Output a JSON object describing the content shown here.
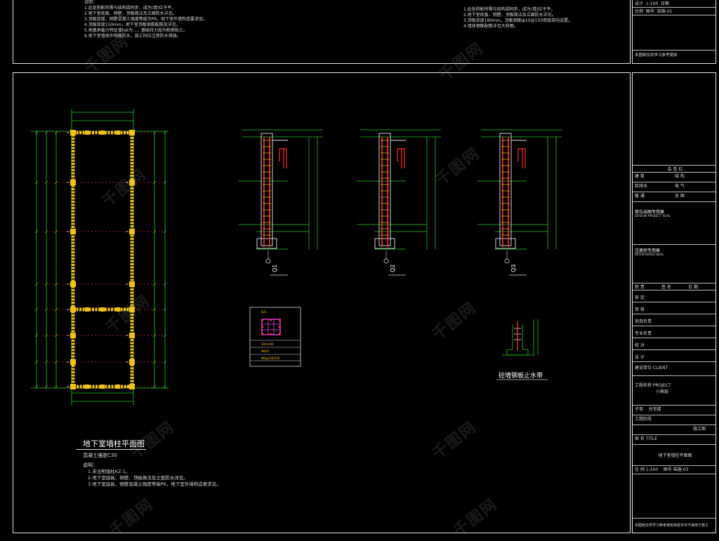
{
  "top_notes_left": [
    "说明：",
    "1.此处阴影所需与结构梁同步，成为(墙)位于平。",
    "2.地下室底板、侧壁、顶板做法及立面防水详见。",
    "3.顶板厚度、侧壁混凝土强度等级为P6，地下室外墙构造要求见。",
    "4.顶板厚度150mm，地下室顶板钢筋配筋及详见。",
    "5.地基承载力特征值fak为…，基础持力层为粉质粘土。",
    "6.地下室墙体外侧做防水，施工时应注意防水措施。"
  ],
  "top_notes_right": [
    "1.此处阴影所需与结构梁同步，成为(墙)位于平。",
    "2.地下室底板、侧壁、顶板做法及立面防水详见。",
    "3.顶板厚度180mm，顶板钢筋ф10@150双层双向设置。",
    "4.墙体钢筋配筋详见大样图。"
  ],
  "top_tb": {
    "r1a": "设计",
    "r1b": "1:100",
    "r1c": "日期",
    "r2a": "比例",
    "r2b": "图号",
    "r2c": "结施-01",
    "bottom": "本图纸仅供学习参考使用"
  },
  "plan": {
    "title": "地下室墙柱平面图",
    "concrete": "混凝土强度C30",
    "notes_head": "说明：",
    "notes": [
      "1.未注明墙柱KZ-1。",
      "2.地下室底板、侧壁、顶板做法及立面防水详见。",
      "3.地下室底板、侧壁混凝土强度等级P6，地下室外墙构造要求见。"
    ]
  },
  "sections": {
    "labels": [
      "Q1",
      "Q2",
      "Q3"
    ]
  },
  "column": {
    "labels": [
      "KZ1",
      "500x500",
      "8Φ20",
      "Φ8@100/200"
    ]
  },
  "waterstop": {
    "label": "砼墙钢板止水带"
  },
  "right_tb": {
    "sign_head": "会 签 栏",
    "sign_rows": [
      [
        "建 筑",
        "结 构"
      ],
      [
        "给排水",
        "电 气"
      ],
      [
        "暖 通",
        "总 图"
      ]
    ],
    "unit_label": "单位出图专用章",
    "unit_sub": "DESIGN PROJECT SEAL",
    "reg_label": "注册师专用章",
    "reg_sub": "REGISTERED SEAL",
    "staff_head": [
      "职 责",
      "签 名",
      "日 期"
    ],
    "staff_rows": [
      "审 定",
      "审 核",
      "项目负责",
      "专业负责",
      "校 对",
      "设 计"
    ],
    "build_label": "建设单位 CLIENT",
    "proj_label": "工程名称 PROJECT",
    "proj_value": "小高层",
    "sub_label": "子项",
    "sub_value": "住宅楼",
    "phase_label": "工程阶段",
    "phase_value": "施工图",
    "drawing_label": "图 名 TITLE",
    "drawing_value": "地下室墙柱平面图",
    "scale_label": "比 例",
    "scale_value": "1:100",
    "no_label": "图号",
    "no_value": "结施-03",
    "footer": "本图纸仅供学习参考使用未经许可不得用于施工"
  },
  "watermark": "千图网"
}
